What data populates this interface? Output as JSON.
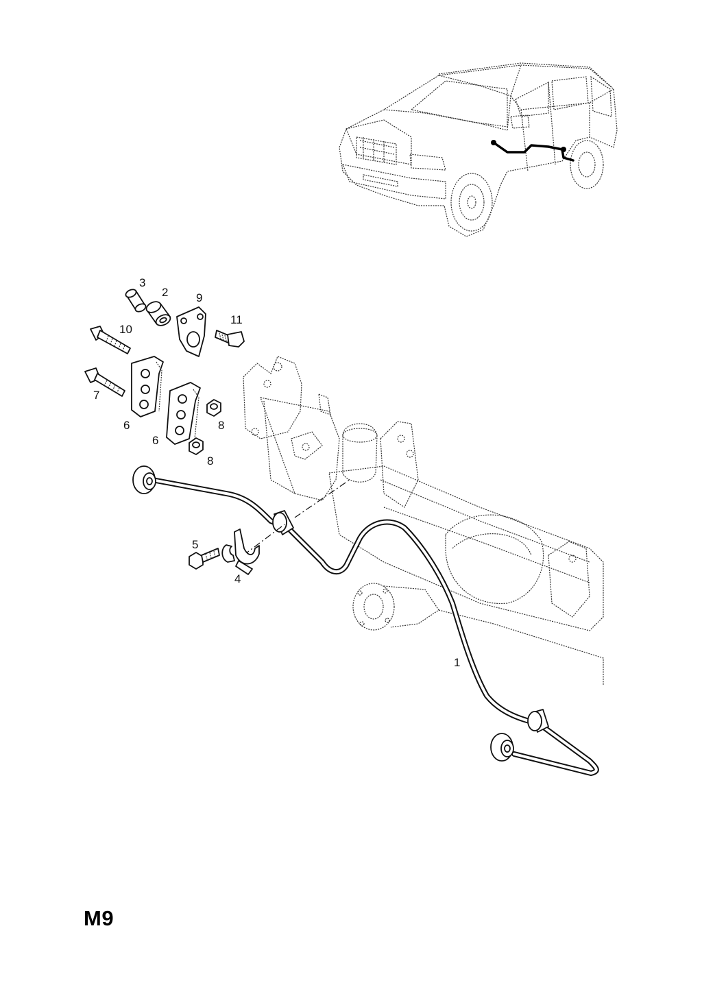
{
  "diagram": {
    "page_code": "M9",
    "callouts": [
      {
        "id": "c1",
        "label": "1"
      },
      {
        "id": "c2",
        "label": "2"
      },
      {
        "id": "c3",
        "label": "3"
      },
      {
        "id": "c4",
        "label": "4"
      },
      {
        "id": "c5",
        "label": "5"
      },
      {
        "id": "c6a",
        "label": "6"
      },
      {
        "id": "c6b",
        "label": "6"
      },
      {
        "id": "c7",
        "label": "7"
      },
      {
        "id": "c8a",
        "label": "8"
      },
      {
        "id": "c8b",
        "label": "8"
      },
      {
        "id": "c9",
        "label": "9"
      },
      {
        "id": "c10",
        "label": "10"
      },
      {
        "id": "c11",
        "label": "11"
      }
    ]
  }
}
